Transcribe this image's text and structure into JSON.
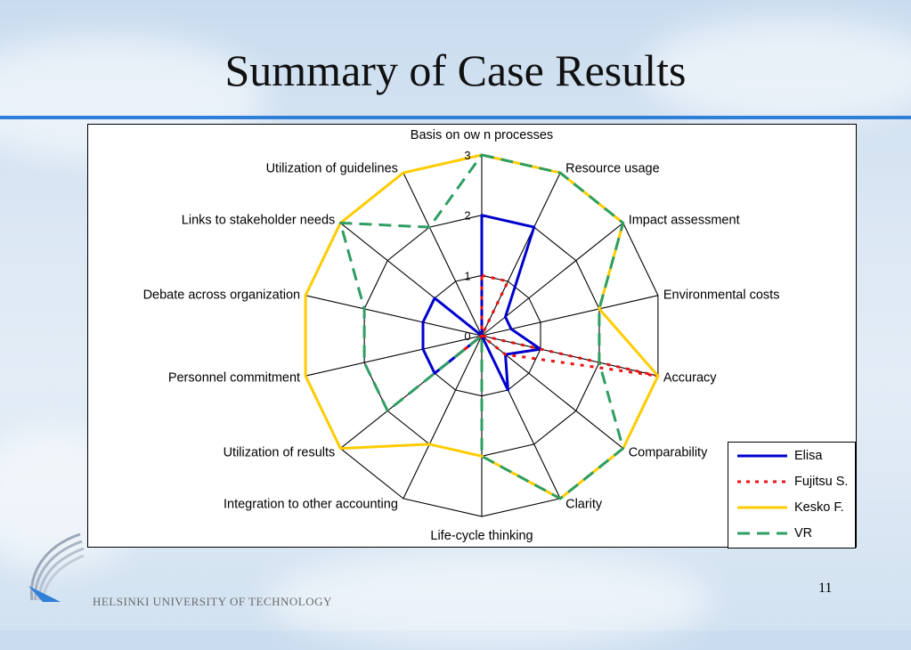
{
  "slide": {
    "title": "Summary of Case Results",
    "footer": "HELSINKI UNIVERSITY OF TECHNOLOGY",
    "page_number": "11"
  },
  "colors": {
    "rule": "#2f7fd8",
    "Elisa": "#0000cc",
    "Fujitsu S.": "#ee1111",
    "Kesko F.": "#ffcc00",
    "VR": "#2e9e62"
  },
  "chart_data": {
    "type": "radar",
    "axes": [
      "Basis on ow n processes",
      "Resource usage",
      "Impact assessment",
      "Environmental costs",
      "Accuracy",
      "Comparability",
      "Clarity",
      "Life-cycle thinking",
      "Integration to other accounting",
      "Utilization of results",
      "Personnel commitment",
      "Debate across organization",
      "Links to stakeholder needs",
      "Utilization of guidelines"
    ],
    "ticks": [
      "0",
      "1",
      "2",
      "3"
    ],
    "range": [
      0,
      3
    ],
    "grid": true,
    "legend_position": "bottom-right",
    "series": [
      {
        "name": "Elisa",
        "style": "solid",
        "values": [
          2,
          2,
          0.5,
          0.5,
          1,
          0.5,
          1,
          0,
          0,
          1,
          1,
          1,
          1,
          0
        ]
      },
      {
        "name": "Fujitsu S.",
        "style": "dotted",
        "values": [
          1,
          1,
          0,
          0,
          3,
          0.5,
          0,
          0,
          0,
          0.5,
          0,
          0,
          0,
          0
        ]
      },
      {
        "name": "Kesko F.",
        "style": "solid",
        "values": [
          3,
          3,
          3,
          2,
          3,
          3,
          3,
          2,
          2,
          3,
          3,
          3,
          3,
          3
        ]
      },
      {
        "name": "VR",
        "style": "dashed",
        "values": [
          3,
          3,
          3,
          2,
          2,
          3,
          3,
          2,
          0,
          2,
          2,
          2,
          3,
          2
        ]
      }
    ]
  }
}
